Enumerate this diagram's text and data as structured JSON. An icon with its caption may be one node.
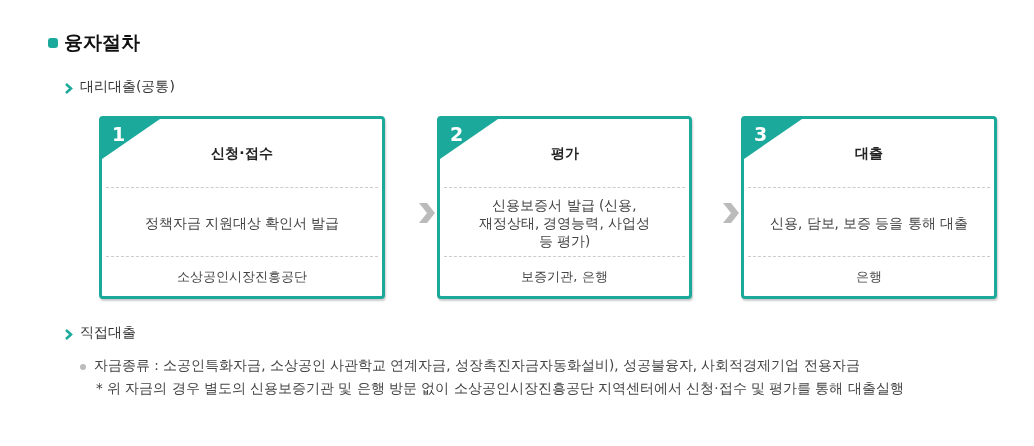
{
  "diagram": {
    "title": "융자절차",
    "nodes": [
      {
        "text": [
          "1",
          "신청·접수",
          "정책자금 지원대상 확인서 발급",
          "소상공인시장진흥공단"
        ]
      },
      {
        "text": [
          "2",
          "평가",
          "신용보증서 발급 (신용, 재정상태, 경영능력, 사업성 등 평가)",
          "보증기관, 은행"
        ]
      },
      {
        "text": [
          "3",
          "대출",
          "신용, 담보, 보증 등을 통해 대출",
          "은행"
        ]
      }
    ],
    "edges": [
      {
        "from": 0,
        "to": 1,
        "arrow": "to"
      },
      {
        "from": 1,
        "to": 2,
        "arrow": "to"
      }
    ],
    "labels": [
      "대리대출(공통)",
      "직접대출",
      "자금종류 : 소공인특화자금, 소상공인 사관학교 연계자금, 성장촉진자금자동화설비), 성공불융자, 사회적경제기업 전용자금",
      "* 위 자금의 경우 별도의 신용보증기관 및 은행 방문 없이 소상공인시장진흥공단 지역센터에서 신청·접수 및 평가를 통해 대출실행"
    ]
  }
}
